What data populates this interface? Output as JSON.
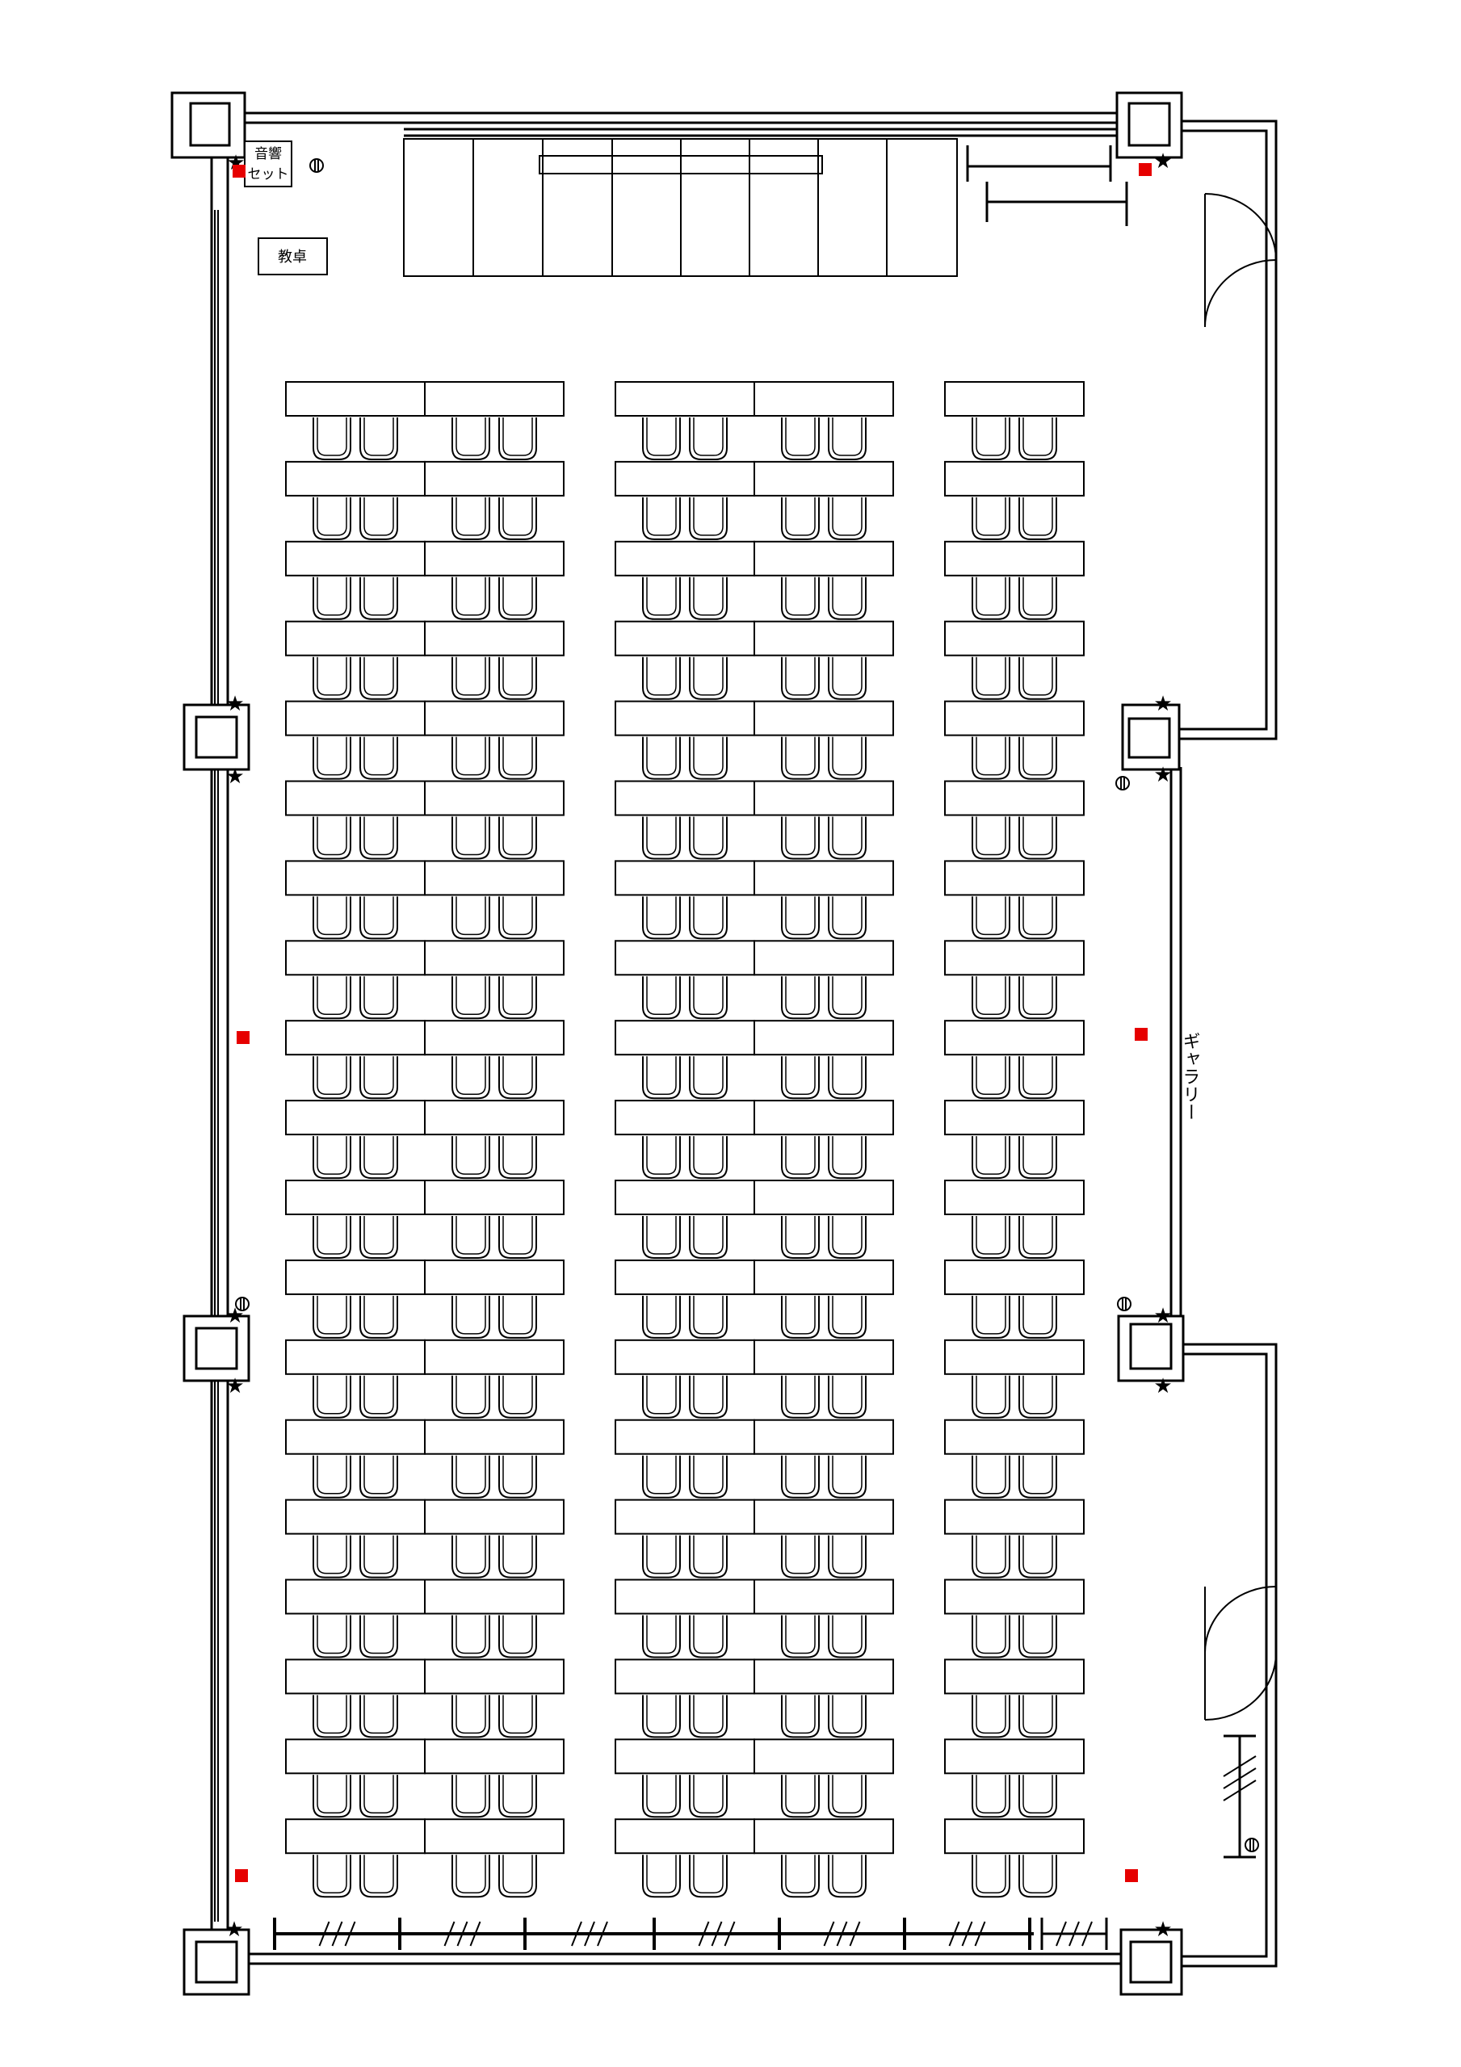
{
  "labels": {
    "audio_line1": "音響",
    "audio_line2": "セット",
    "lectern": "教卓",
    "gallery": "ギャラリー"
  },
  "layout": {
    "desk_columns": [
      2,
      2,
      1
    ],
    "desk_rows": 19,
    "chairs_per_desk": 2
  },
  "colors": {
    "line": "#000000",
    "marker": "#e60000",
    "background": "#ffffff"
  },
  "icons": {
    "column": "structural-column-icon",
    "star": "star-marker-icon",
    "marker": "red-square-marker-icon",
    "outlet": "outlet-icon"
  }
}
